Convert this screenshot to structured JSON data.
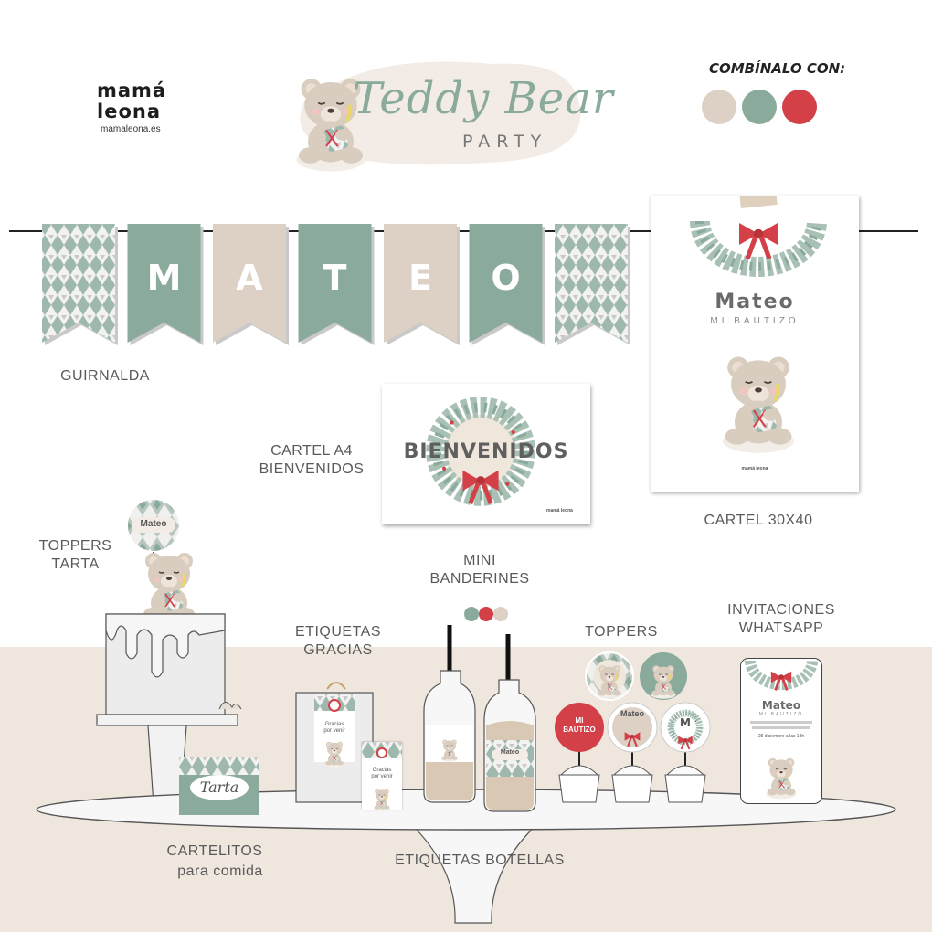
{
  "colors": {
    "sage": "#8aab9b",
    "beige": "#ddd1c5",
    "red": "#d44048",
    "floor": "#efe6de",
    "grey": "#5a5a5a"
  },
  "brand": {
    "line1": "mamá",
    "line2": "leona",
    "url": "mamaleona.es"
  },
  "title": {
    "main": "Teddy Bear",
    "sub": "PARTY"
  },
  "combina": {
    "label": "COMBÍNALO CON:",
    "swatches": [
      "#ddd1c5",
      "#8aab9b",
      "#d44048"
    ]
  },
  "garland": {
    "letters": [
      "M",
      "A",
      "T",
      "E",
      "O"
    ],
    "label": "GUIRNALDA"
  },
  "cartel_a4": {
    "text": "BIENVENIDOS",
    "brand": "mamá leona",
    "label": "CARTEL A4\nBIENVENIDOS"
  },
  "cartel_30x40": {
    "name": "Mateo",
    "subtitle": "MI BAUTIZO",
    "brand": "mamá leona",
    "label": "CARTEL 30X40"
  },
  "toppers_tarta": {
    "name": "Mateo",
    "label": "TOPPERS\nTARTA"
  },
  "mini_banderines": {
    "label": "MINI\nBANDERINES"
  },
  "etiquetas_gracias": {
    "text": "Gracias\npor venir",
    "label": "ETIQUETAS\nGRACIAS"
  },
  "etiquetas_botellas": {
    "bottle_name": "Mateo",
    "label": "ETIQUETAS BOTELLAS"
  },
  "toppers": {
    "red_topper": "MI\nBAUTIZO",
    "name_topper": "Mateo",
    "letter_topper": "M",
    "label": "TOPPERS"
  },
  "invitaciones": {
    "name": "Mateo",
    "subtitle": "MI BAUTIZO",
    "date": "25 diciembre a las 18h",
    "label": "INVITACIONES\nWHATSAPP"
  },
  "cartelitos": {
    "text": "Tarta",
    "label_line1": "CARTELITOS",
    "label_line2": "para comida"
  },
  "icons": [
    "teddy-bear-icon",
    "wreath-icon",
    "bow-icon",
    "bottle-icon",
    "cupcake-icon",
    "cake-icon",
    "gift-bag-icon"
  ]
}
